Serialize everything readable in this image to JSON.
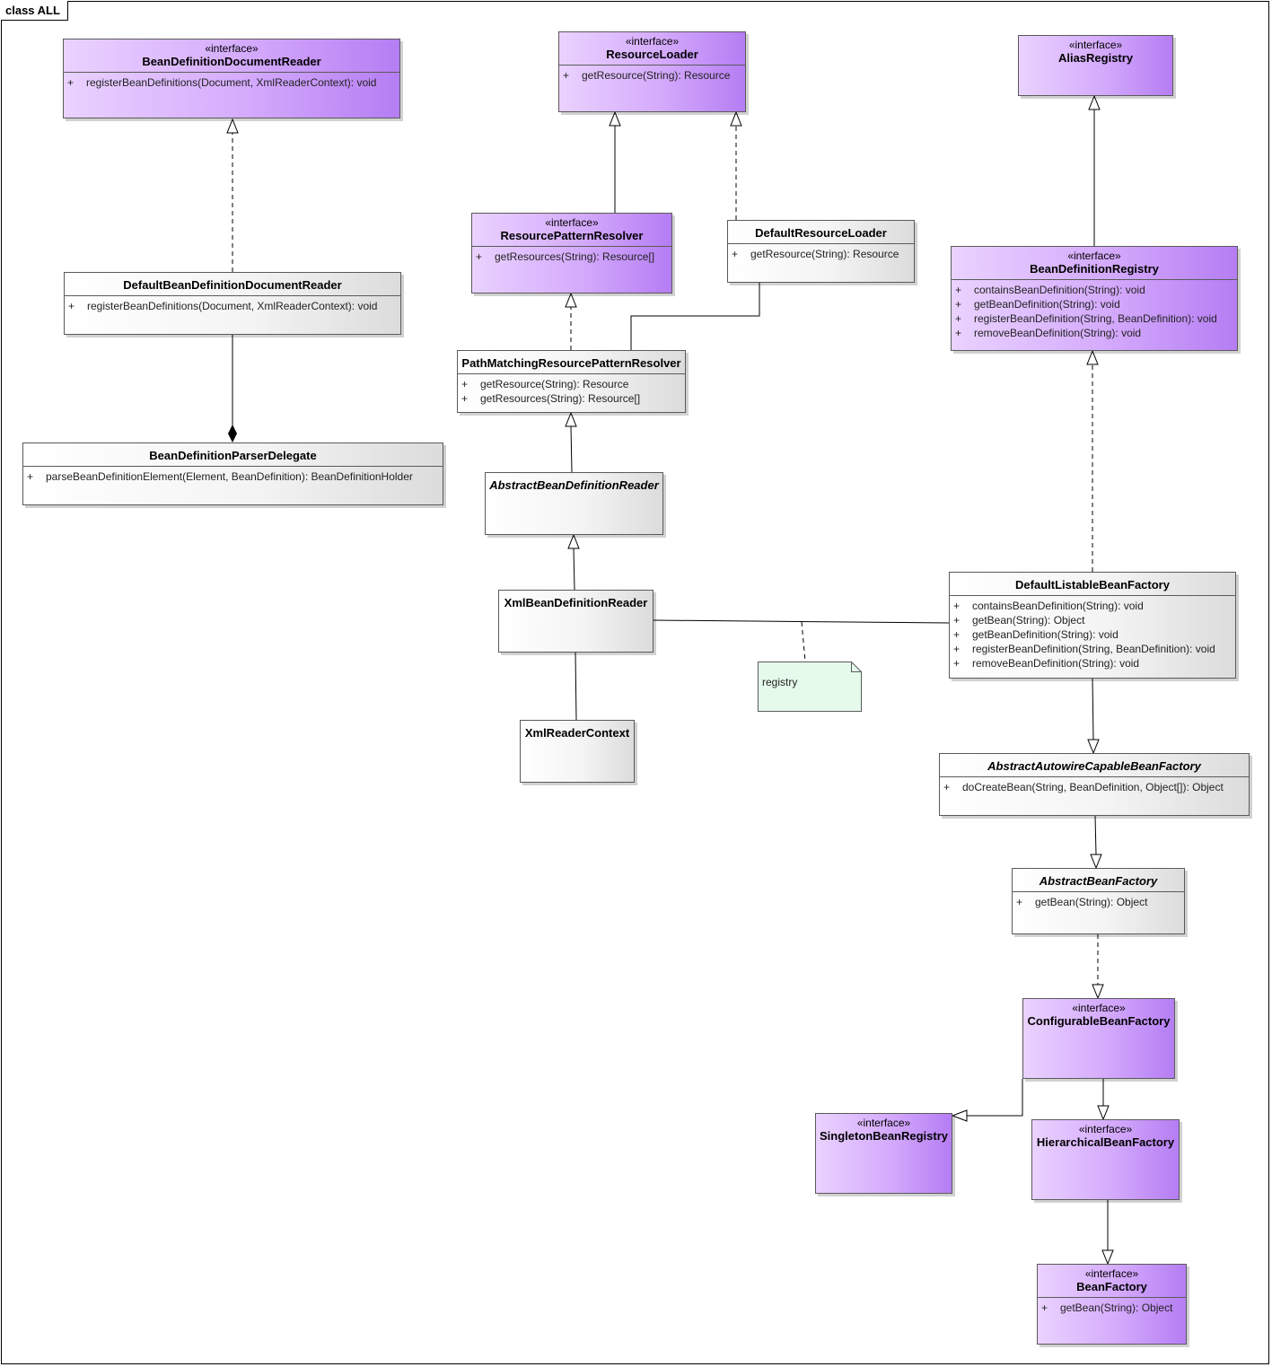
{
  "frame": {
    "title": "class ALL"
  },
  "classes": {
    "bddr": {
      "stereotype": "«interface»",
      "name": "BeanDefinitionDocumentReader",
      "ops": [
        "registerBeanDefinitions(Document, XmlReaderContext): void"
      ]
    },
    "dbddr": {
      "name": "DefaultBeanDefinitionDocumentReader",
      "ops": [
        "registerBeanDefinitions(Document, XmlReaderContext): void"
      ]
    },
    "bdpd": {
      "name": "BeanDefinitionParserDelegate",
      "ops": [
        "parseBeanDefinitionElement(Element, BeanDefinition): BeanDefinitionHolder"
      ]
    },
    "rl": {
      "stereotype": "«interface»",
      "name": "ResourceLoader",
      "ops": [
        "getResource(String): Resource"
      ]
    },
    "rpr": {
      "stereotype": "«interface»",
      "name": "ResourcePatternResolver",
      "ops": [
        "getResources(String): Resource[]"
      ]
    },
    "drl": {
      "name": "DefaultResourceLoader",
      "ops": [
        "getResource(String): Resource"
      ]
    },
    "pmrpr": {
      "name": "PathMatchingResourcePatternResolver",
      "ops": [
        "getResource(String): Resource",
        "getResources(String): Resource[]"
      ]
    },
    "abdr": {
      "name": "AbstractBeanDefinitionReader"
    },
    "xbdr": {
      "name": "XmlBeanDefinitionReader"
    },
    "xrc": {
      "name": "XmlReaderContext"
    },
    "ar": {
      "stereotype": "«interface»",
      "name": "AliasRegistry"
    },
    "bdr": {
      "stereotype": "«interface»",
      "name": "BeanDefinitionRegistry",
      "ops": [
        "containsBeanDefinition(String): void",
        "getBeanDefinition(String): void",
        "registerBeanDefinition(String, BeanDefinition): void",
        "removeBeanDefinition(String): void"
      ]
    },
    "dlbf": {
      "name": "DefaultListableBeanFactory",
      "ops": [
        "containsBeanDefinition(String): void",
        "getBean(String): Object",
        "getBeanDefinition(String): void",
        "registerBeanDefinition(String, BeanDefinition): void",
        "removeBeanDefinition(String): void"
      ]
    },
    "aacbf": {
      "name": "AbstractAutowireCapableBeanFactory",
      "ops": [
        "doCreateBean(String, BeanDefinition, Object[]): Object"
      ]
    },
    "abf": {
      "name": "AbstractBeanFactory",
      "ops": [
        "getBean(String): Object"
      ]
    },
    "cbf": {
      "stereotype": "«interface»",
      "name": "ConfigurableBeanFactory"
    },
    "sbr": {
      "stereotype": "«interface»",
      "name": "SingletonBeanRegistry"
    },
    "hbf": {
      "stereotype": "«interface»",
      "name": "HierarchicalBeanFactory"
    },
    "bf": {
      "stereotype": "«interface»",
      "name": "BeanFactory",
      "ops": [
        "getBean(String): Object"
      ]
    }
  },
  "visibility_symbol": "+",
  "note": {
    "text": "registry"
  },
  "colors": {
    "interface_light": "#ead2ff",
    "interface_dark": "#b57df3",
    "note_fill": "#e6faec",
    "line": "#000000"
  }
}
